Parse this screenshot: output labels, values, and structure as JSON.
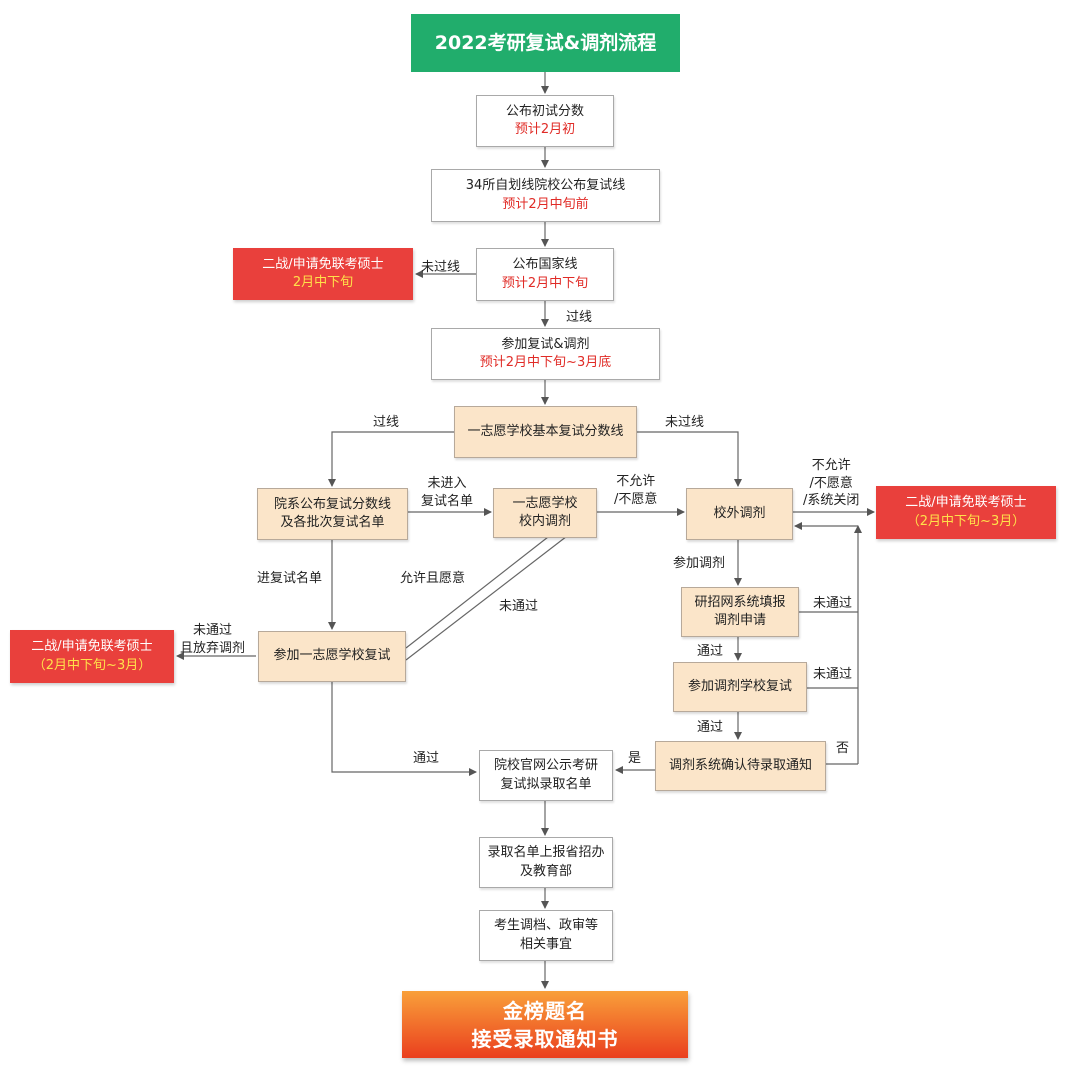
{
  "flow": {
    "title": "2022考研复试&调剂流程",
    "nodes": {
      "publish_score": {
        "line1": "公布初试分数",
        "line2": "预计2月初"
      },
      "line34": {
        "line1": "34所自划线院校公布复试线",
        "line2": "预计2月中旬前"
      },
      "national_line": {
        "line1": "公布国家线",
        "line2": "预计2月中下旬"
      },
      "fail_left_top": {
        "line1": "二战/申请免联考硕士",
        "line2": "2月中下旬"
      },
      "attend": {
        "line1": "参加复试&调剂",
        "line2": "预计2月中下旬~3月底"
      },
      "first_choice_line": {
        "line1": "一志愿学校基本复试分数线"
      },
      "dept_publish": {
        "line1": "院系公布复试分数线",
        "line2": "及各批次复试名单"
      },
      "internal_adjust": {
        "line1": "一志愿学校",
        "line2": "校内调剂"
      },
      "external_adjust": {
        "line1": "校外调剂"
      },
      "fail_right": {
        "line1": "二战/申请免联考硕士",
        "line2": "（2月中下旬~3月）"
      },
      "cnki_apply": {
        "line1": "研招网系统填报",
        "line2": "调剂申请"
      },
      "first_retest": {
        "line1": "参加一志愿学校复试"
      },
      "fail_left": {
        "line1": "二战/申请免联考硕士",
        "line2": "（2月中下旬~3月）"
      },
      "adjust_retest": {
        "line1": "参加调剂学校复试"
      },
      "confirm": {
        "line1": "调剂系统确认待录取通知"
      },
      "publicity": {
        "line1": "院校官网公示考研",
        "line2": "复试拟录取名单"
      },
      "report": {
        "line1": "录取名单上报省招办",
        "line2": "及教育部"
      },
      "archive": {
        "line1": "考生调档、政审等",
        "line2": "相关事宜"
      }
    },
    "final": {
      "line1": "金榜题名",
      "line2": "接受录取通知书"
    },
    "labels": {
      "not_pass_top": "未过线",
      "pass_top": "过线",
      "pass_left": "过线",
      "not_pass_right": "未过线",
      "not_in_list_1": "未进入",
      "not_in_list_2": "复试名单",
      "not_allow_1": "不允许",
      "not_allow_2": "/不愿意",
      "right_exit_1": "不允许",
      "right_exit_2": "/不愿意",
      "right_exit_3": "/系统关闭",
      "enter_list": "进复试名单",
      "allow_willing": "允许且愿意",
      "not_passed_mid": "未通过",
      "join_adjust": "参加调剂",
      "not_passed_r1": "未通过",
      "passed_1": "通过",
      "not_passed_r2": "未通过",
      "passed_2": "通过",
      "fail_give_up_1": "未通过",
      "fail_give_up_2": "且放弃调剂",
      "yes": "是",
      "no": "否",
      "passed_bottom": "通过"
    }
  },
  "colors": {
    "title_green": "#21ad6c",
    "alert_red": "#e9403c",
    "hint_red": "#e02b26",
    "node_orange": "#fbe5c9",
    "highlight_yellow": "#ffe14a"
  }
}
